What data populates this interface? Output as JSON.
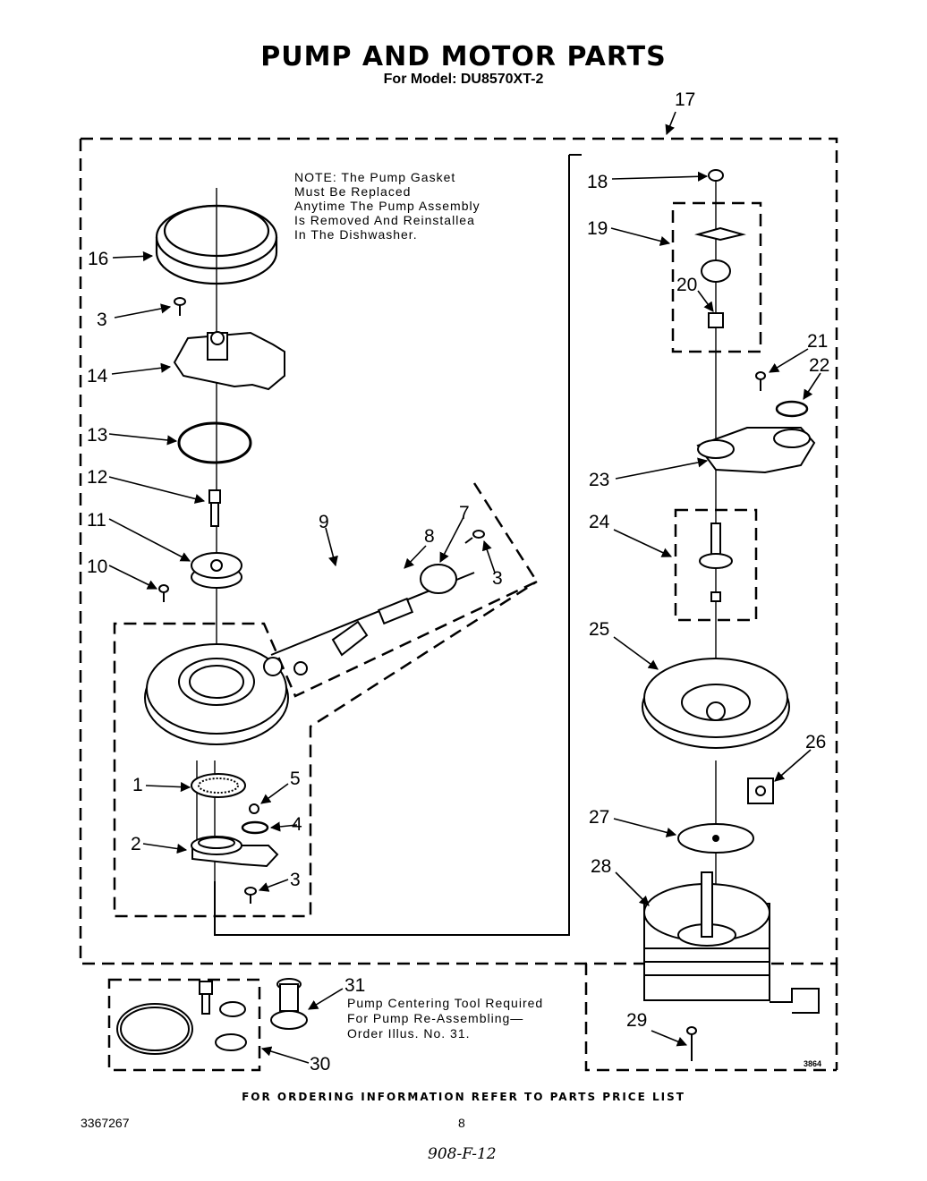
{
  "header": {
    "title": "PUMP AND MOTOR PARTS",
    "subtitle": "For Model: DU8570XT-2"
  },
  "note_lines": [
    "NOTE: The Pump Gasket",
    "Must Be Replaced",
    "Anytime The Pump Assembly",
    "Is Removed And Reinstallea",
    "In The Dishwasher."
  ],
  "tool_note_lines": [
    "Pump Centering Tool Required",
    "For Pump Re-Assembling—",
    "Order Illus. No. 31."
  ],
  "callouts": {
    "c1": "1",
    "c2": "2",
    "c3a": "3",
    "c3b": "3",
    "c3c": "3",
    "c4": "4",
    "c5": "5",
    "c7": "7",
    "c8": "8",
    "c9": "9",
    "c10": "10",
    "c11": "11",
    "c12": "12",
    "c13": "13",
    "c14": "14",
    "c16": "16",
    "c17": "17",
    "c18": "18",
    "c19": "19",
    "c20": "20",
    "c21": "21",
    "c22": "22",
    "c23": "23",
    "c24": "24",
    "c25": "25",
    "c26": "26",
    "c27": "27",
    "c28": "28",
    "c29": "29",
    "c30": "30",
    "c31": "31"
  },
  "art_number": "3864",
  "footer": {
    "ordering": "FOR ORDERING INFORMATION REFER TO PARTS PRICE LIST",
    "doc_number": "3367267",
    "page": "8",
    "handwritten": "908-F-12"
  }
}
